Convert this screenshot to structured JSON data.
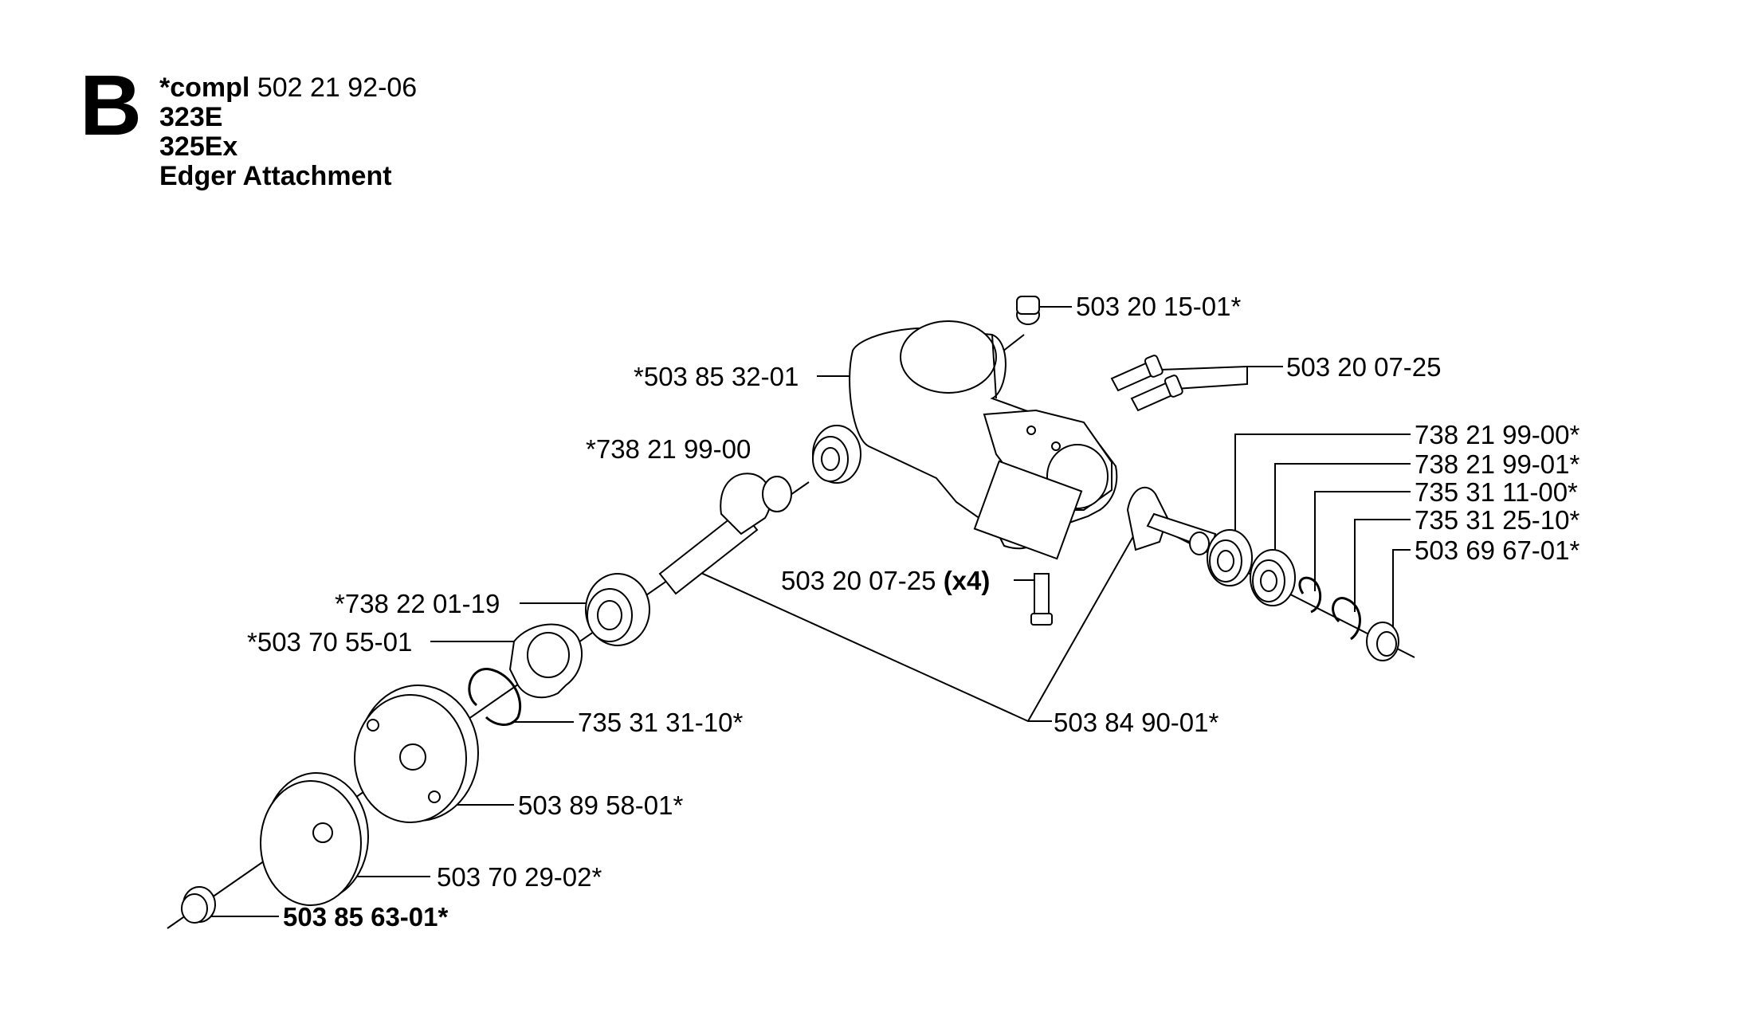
{
  "header": {
    "section_letter": "B",
    "compl_prefix": "*compl",
    "compl_number": "502 21 92-06",
    "models": [
      "323E",
      "325Ex"
    ],
    "title": "Edger Attachment"
  },
  "callouts": [
    {
      "id": "screw_top",
      "label": "503 20 15-01*"
    },
    {
      "id": "gear_housing",
      "label": "*503 85 32-01"
    },
    {
      "id": "clamp_screws",
      "label": "503 20 07-25"
    },
    {
      "id": "bearing_top",
      "label": "*738 21 99-00"
    },
    {
      "id": "bearing_r1",
      "label": "738 21 99-00*"
    },
    {
      "id": "bearing_r2",
      "label": "738 21 99-01*"
    },
    {
      "id": "circlip_r1",
      "label": "735 31 11-00*"
    },
    {
      "id": "circlip_r2",
      "label": "735 31 25-10*"
    },
    {
      "id": "spacer_r",
      "label": "503 69 67-01*"
    },
    {
      "id": "screws_x4_number",
      "label": "503 20 07-25"
    },
    {
      "id": "screws_x4_qty",
      "label": "(x4)"
    },
    {
      "id": "seal",
      "label": "*738 22 01-19"
    },
    {
      "id": "cover_washer",
      "label": "*503 70 55-01"
    },
    {
      "id": "circlip_shaft",
      "label": "735 31 31-10*"
    },
    {
      "id": "gear_set",
      "label": "503 84 90-01*"
    },
    {
      "id": "support_flange",
      "label": "503 89 58-01*"
    },
    {
      "id": "blade",
      "label": "503 70 29-02*"
    },
    {
      "id": "nut",
      "label": "503 85 63-01*"
    }
  ]
}
